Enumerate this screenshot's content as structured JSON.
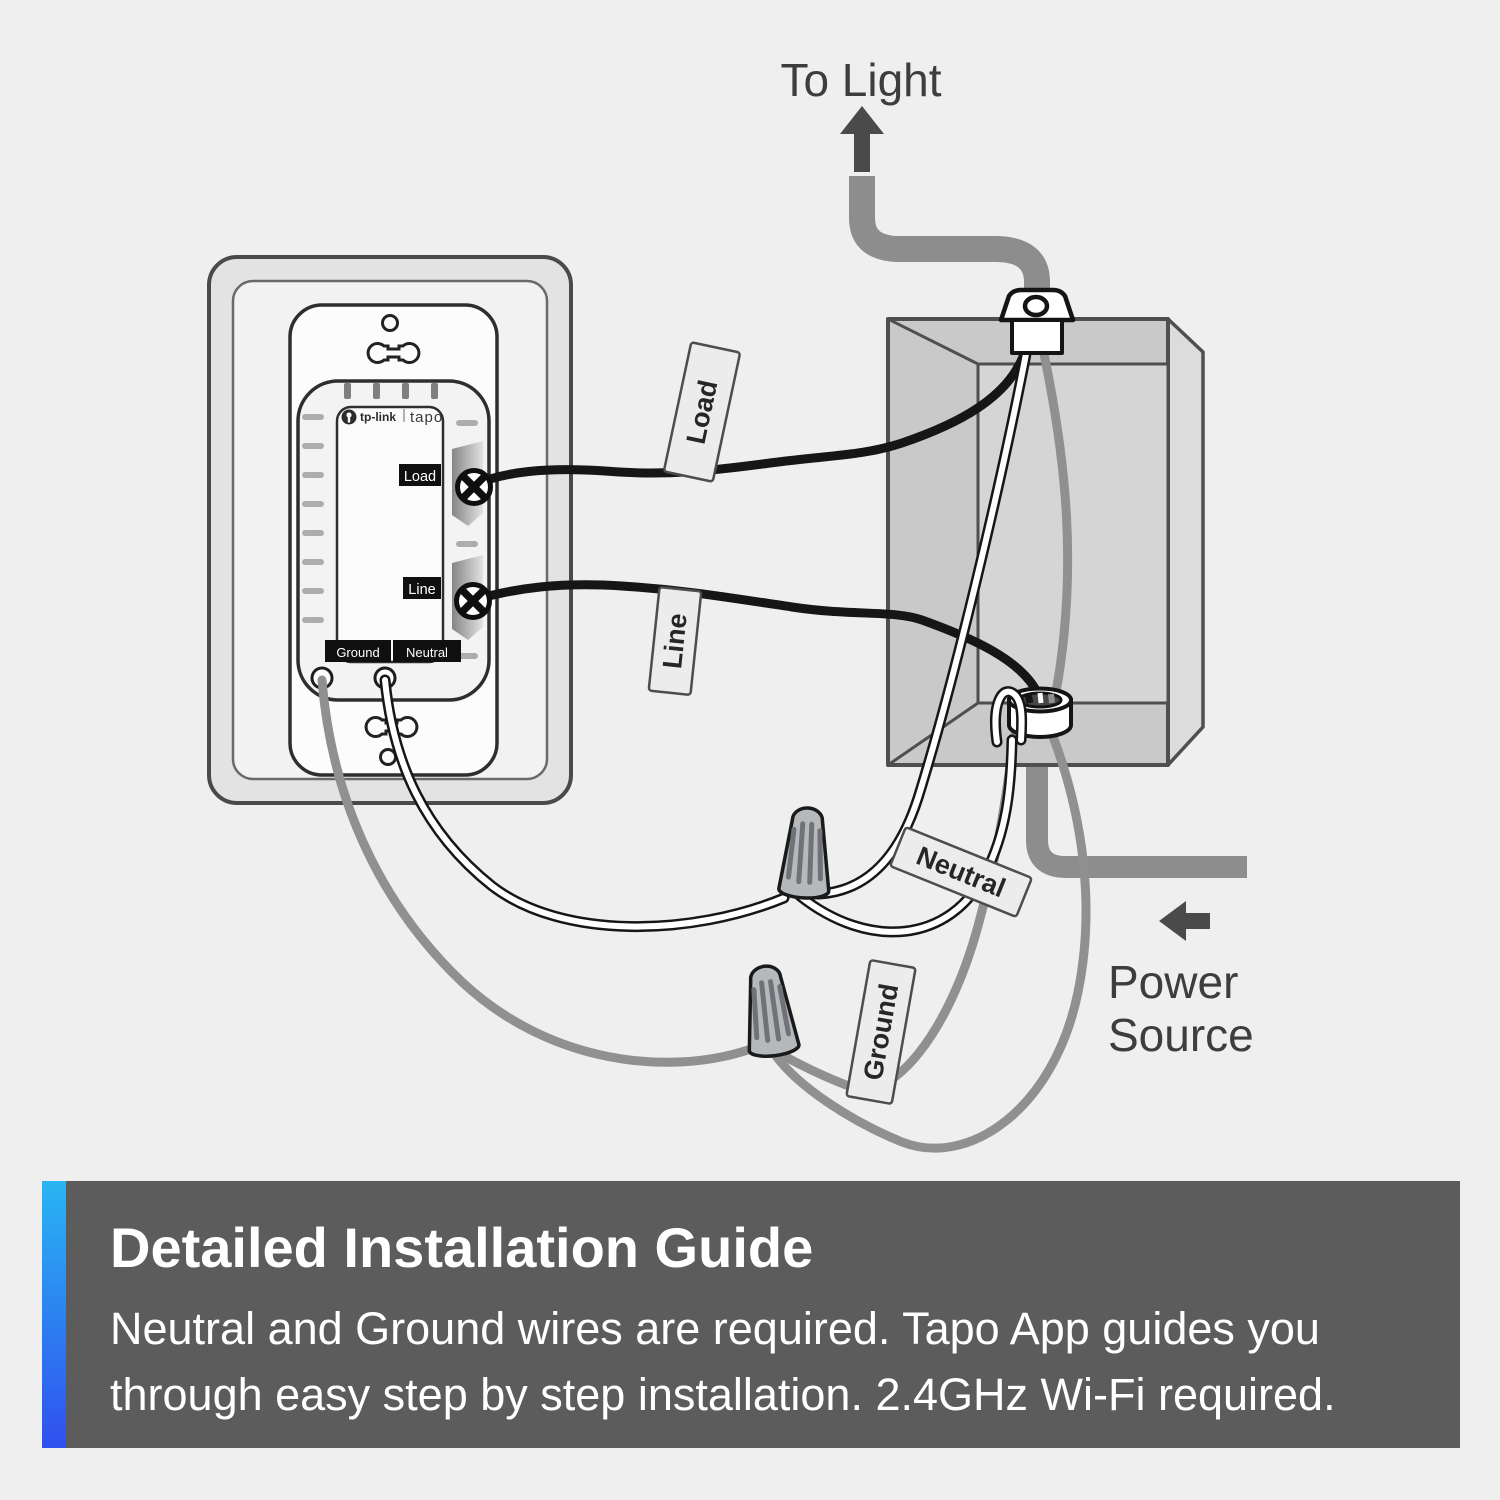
{
  "diagram": {
    "to_light": "To Light",
    "power_line1": "Power",
    "power_line2": "Source",
    "tags": {
      "load": "Load",
      "line": "Line",
      "neutral": "Neutral",
      "ground": "Ground"
    },
    "switch": {
      "brand": "tp-link",
      "product": "tapo",
      "terminal_load": "Load",
      "terminal_line": "Line",
      "terminal_ground": "Ground",
      "terminal_neutral": "Neutral"
    }
  },
  "banner": {
    "title": "Detailed Installation Guide",
    "body_lines": [
      "Neutral and Ground wires are required. Tapo App guides you",
      "through easy step by step installation. 2.4GHz Wi-Fi required."
    ]
  },
  "colors": {
    "background": "#efefef",
    "banner_background": "#5c5c5c",
    "accent_gradient_top": "#29b5f2",
    "accent_gradient_bottom": "#3050ef",
    "cable_gray": "#8d8d8d",
    "wire_black": "#161616",
    "wire_white": "#ffffff",
    "wire_ground_gray": "#909090",
    "text_dark": "#3d3d3d"
  }
}
